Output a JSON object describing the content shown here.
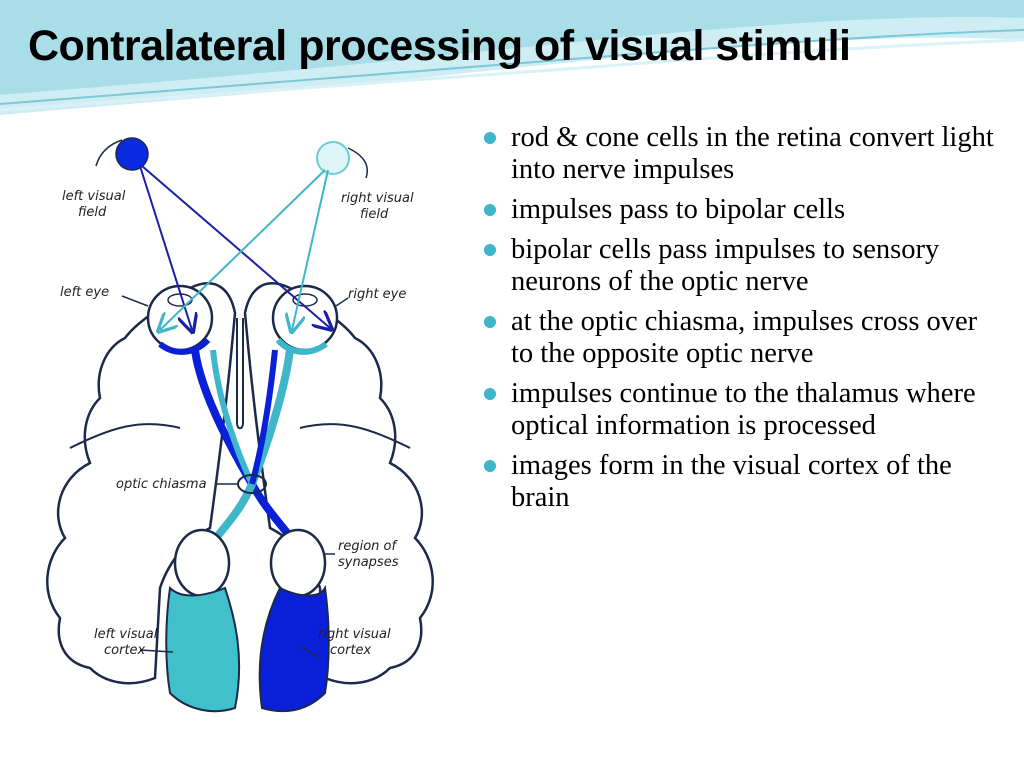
{
  "slide": {
    "title": "Contralateral processing of visual stimuli",
    "colors": {
      "accent": "#3fb6c9",
      "left_pathway": "#3fb6c9",
      "right_pathway": "#0a1fd8",
      "header_wave": "#a9dde8"
    }
  },
  "diagram": {
    "labels": {
      "left_visual_field_1": "left visual",
      "left_visual_field_2": "field",
      "right_visual_field_1": "right visual",
      "right_visual_field_2": "field",
      "left_eye": "left eye",
      "right_eye": "right eye",
      "optic_chiasma": "optic chiasma",
      "region_of_synapses_1": "region of",
      "region_of_synapses_2": "synapses",
      "left_visual_cortex_1": "left visual",
      "left_visual_cortex_2": "cortex",
      "right_visual_cortex_1": "right visual",
      "right_visual_cortex_2": "cortex"
    }
  },
  "bullets": [
    "rod & cone cells in the retina convert light into nerve impulses",
    "impulses pass to bipolar cells",
    "bipolar cells pass impulses to sensory neurons of the optic nerve",
    "at the optic chiasma, impulses cross over to the opposite optic nerve",
    "impulses continue to the thalamus where optical information is processed",
    "images form in the visual cortex of the brain"
  ]
}
